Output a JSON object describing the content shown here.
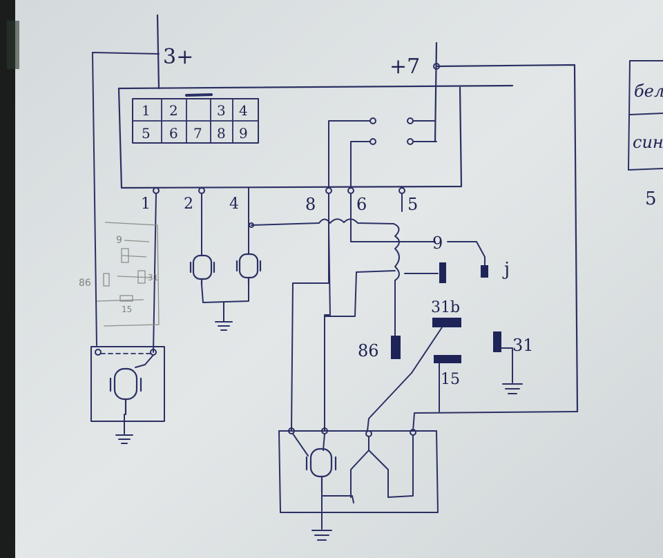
{
  "diagram": {
    "colors": {
      "paper": "#dfe4e6",
      "ink": "#2a2f63",
      "pencil": "#8a8f8a",
      "background": "#1a1d1c"
    },
    "connector_pins": {
      "row1": [
        "1",
        "2",
        "",
        "3",
        "4"
      ],
      "row2": [
        "5",
        "6",
        "7",
        "8",
        "9"
      ]
    },
    "labels": {
      "plus3": "3+",
      "plus7": "+7",
      "pin1": "1",
      "pin2": "2",
      "pin4": "4",
      "pin8": "8",
      "pin6": "6",
      "pin5": "5",
      "term9": "9",
      "term_j": "j",
      "term86": "86",
      "term31b": "31b",
      "term15": "15",
      "term31": "31"
    },
    "pencil_labels": {
      "nine": "9",
      "eighty_six": "86",
      "thirty_one": "31",
      "fifteen": "15"
    },
    "side_table": {
      "row1": "бел",
      "row2": "син",
      "below": "5"
    },
    "icons": [
      "motor-icon",
      "ground-icon",
      "switch-contact-icon",
      "terminal-icon"
    ]
  }
}
